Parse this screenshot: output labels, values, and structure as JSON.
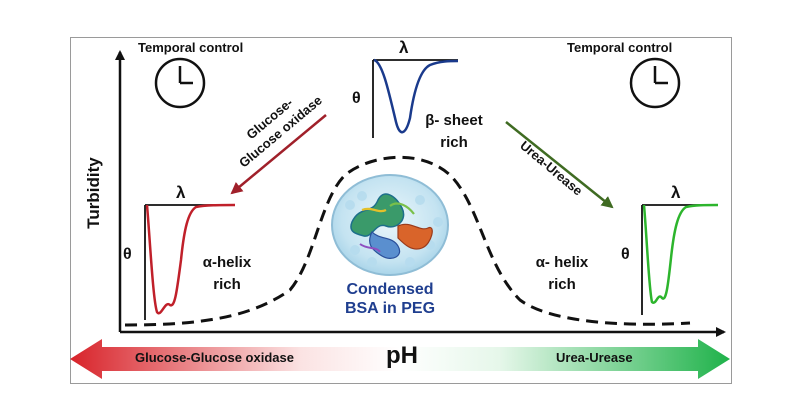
{
  "axes": {
    "y_label": "Turbidity",
    "x_label": "pH"
  },
  "temporal_control": {
    "left": "Temporal control",
    "right": "Temporal control"
  },
  "left_arrow": {
    "line1": "Glucose-",
    "line2": "Glucose oxidase"
  },
  "right_arrow": {
    "label": "Urea-Urease"
  },
  "spectra": {
    "lambda": "λ",
    "theta": "θ"
  },
  "labels": {
    "beta_line1": "β- sheet",
    "beta_line2": "rich",
    "alpha_left_line1": "α-helix",
    "alpha_left_line2": "rich",
    "alpha_right_line1": "α- helix",
    "alpha_right_line2": "rich",
    "center_line1": "Condensed",
    "center_line2": "BSA in PEG"
  },
  "bottom_bar": {
    "left": "Glucose-Glucose oxidase",
    "right": "Urea-Urease"
  },
  "colors": {
    "beta": "#1a3a8c",
    "alpha_left": "#c0202a",
    "alpha_right": "#2db52d",
    "arrow_left": "#a0202a",
    "arrow_right": "#3f6b22",
    "center_text": "#1f3e8f"
  }
}
